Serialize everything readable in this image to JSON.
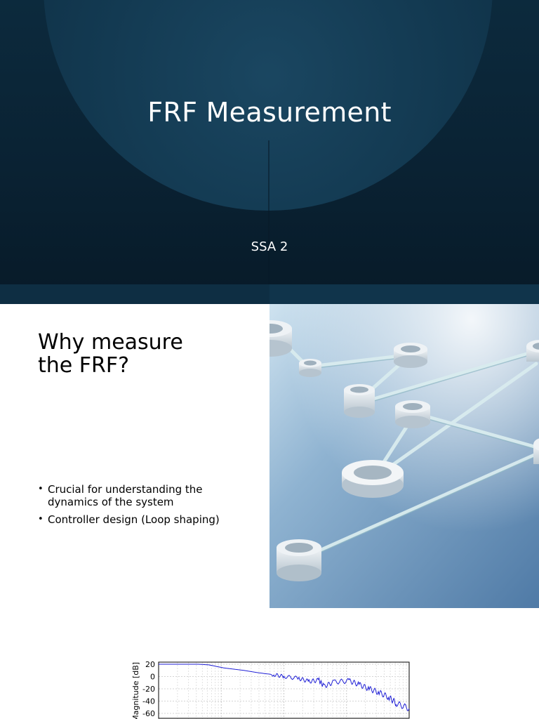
{
  "slides": [
    {
      "title": "FRF Measurement",
      "subtitle": "SSA 2"
    },
    {
      "heading_line1": "Why measure",
      "heading_line2": "the FRF?",
      "bullets": [
        "Crucial for understanding the dynamics of the system",
        "Controller design (Loop shaping)"
      ]
    },
    {
      "chart_ylabel": "Magnitude [dB]"
    }
  ],
  "colors": {
    "title_background": "#0c2a3d",
    "plot_line": "#1f1fd6",
    "photo_background": "#6a92b8"
  },
  "chart_data": {
    "type": "line",
    "ylabel": "Magnitude [dB]",
    "yticks": [
      "20",
      "0",
      "-20",
      "-40",
      "-60"
    ],
    "ylim": [
      -60,
      20
    ],
    "xscale": "log",
    "grid": true,
    "series": [
      {
        "x": [
          0.0,
          0.08,
          0.16,
          0.2,
          0.26,
          0.34,
          0.4,
          0.46,
          0.5,
          0.56,
          0.6,
          0.64,
          0.66,
          0.7,
          0.76,
          0.8,
          0.84,
          0.88,
          0.92,
          0.95,
          1.0
        ],
        "values": [
          20,
          20,
          20,
          19,
          14,
          10,
          6,
          3,
          0,
          -3,
          -8,
          -6,
          -16,
          -9,
          -7,
          -13,
          -20,
          -26,
          -34,
          -44,
          -52
        ]
      }
    ]
  }
}
